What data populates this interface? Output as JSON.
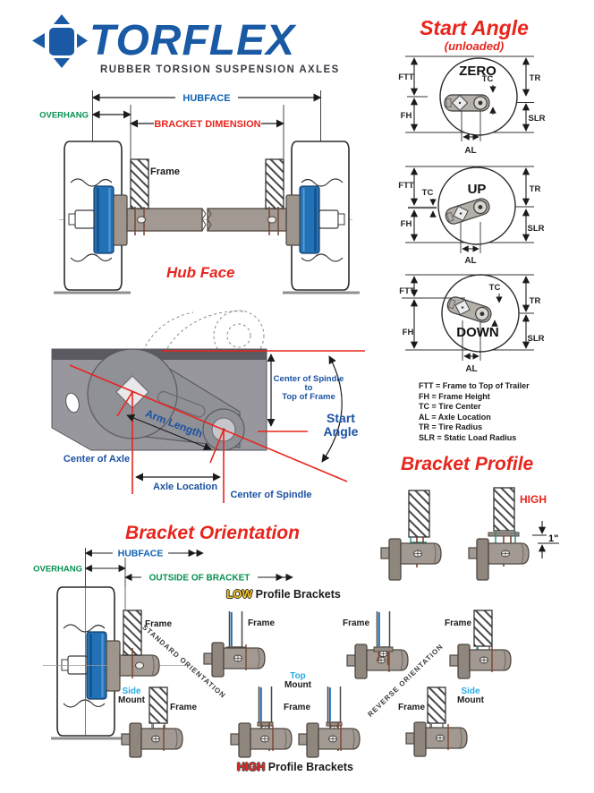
{
  "colors": {
    "brand_blue": "#1a5aa5",
    "label_blue": "#0d62b5",
    "diagram_blue": "#1a52a3",
    "red": "#e8251d",
    "green": "#079150",
    "cyan": "#29abe2",
    "yellow": "#f7c71f",
    "axle_gray": "#a29a92",
    "drum_blue": "#2272b8",
    "strap_brown": "#7a4430"
  },
  "header": {
    "brand": "TORFLEX",
    "tagline": "RUBBER TORSION SUSPENSION AXLES"
  },
  "top_axle": {
    "hubface": "HUBFACE",
    "overhang": "OVERHANG",
    "bracket_dimension": "BRACKET DIMENSION",
    "frame": "Frame",
    "hub_face": "Hub Face"
  },
  "start_angle": {
    "title": "Start Angle",
    "subtitle": "(unloaded)",
    "zero": "ZERO",
    "up": "UP",
    "down": "DOWN",
    "ftt": "FTT",
    "fh": "FH",
    "tc": "TC",
    "tr": "TR",
    "slr": "SLR",
    "al": "AL",
    "legend": [
      "FTT = Frame to Top of Trailer",
      "FH = Frame Height",
      "TC = Tire Center",
      "AL = Axle Location",
      "TR = Tire Radius",
      "SLR = Static Load Radius"
    ]
  },
  "spindle": {
    "center_of_spindle_to": [
      "Center of Spindle",
      "to",
      "Top of Frame"
    ],
    "start": "Start",
    "angle": "Angle",
    "arm_length": "Arm Length",
    "center_of_axle": "Center of Axle",
    "axle_location": "Axle Location",
    "center_of_spindle": "Center of Spindle"
  },
  "bracket_profile": {
    "title": "Bracket Profile",
    "high": "HIGH",
    "one_inch": "1\""
  },
  "orientation": {
    "title": "Bracket Orientation",
    "hubface": "HUBFACE",
    "overhang": "OVERHANG",
    "outside": "OUTSIDE OF BRACKET",
    "low": "LOW",
    "high": "HIGH",
    "profile_brackets": "Profile Brackets",
    "frame": "Frame",
    "standard": "STANDARD ORIENTATION",
    "reverse": "REVERSE ORIENTATION",
    "side": "Side",
    "top": "Top",
    "mount": "Mount"
  }
}
